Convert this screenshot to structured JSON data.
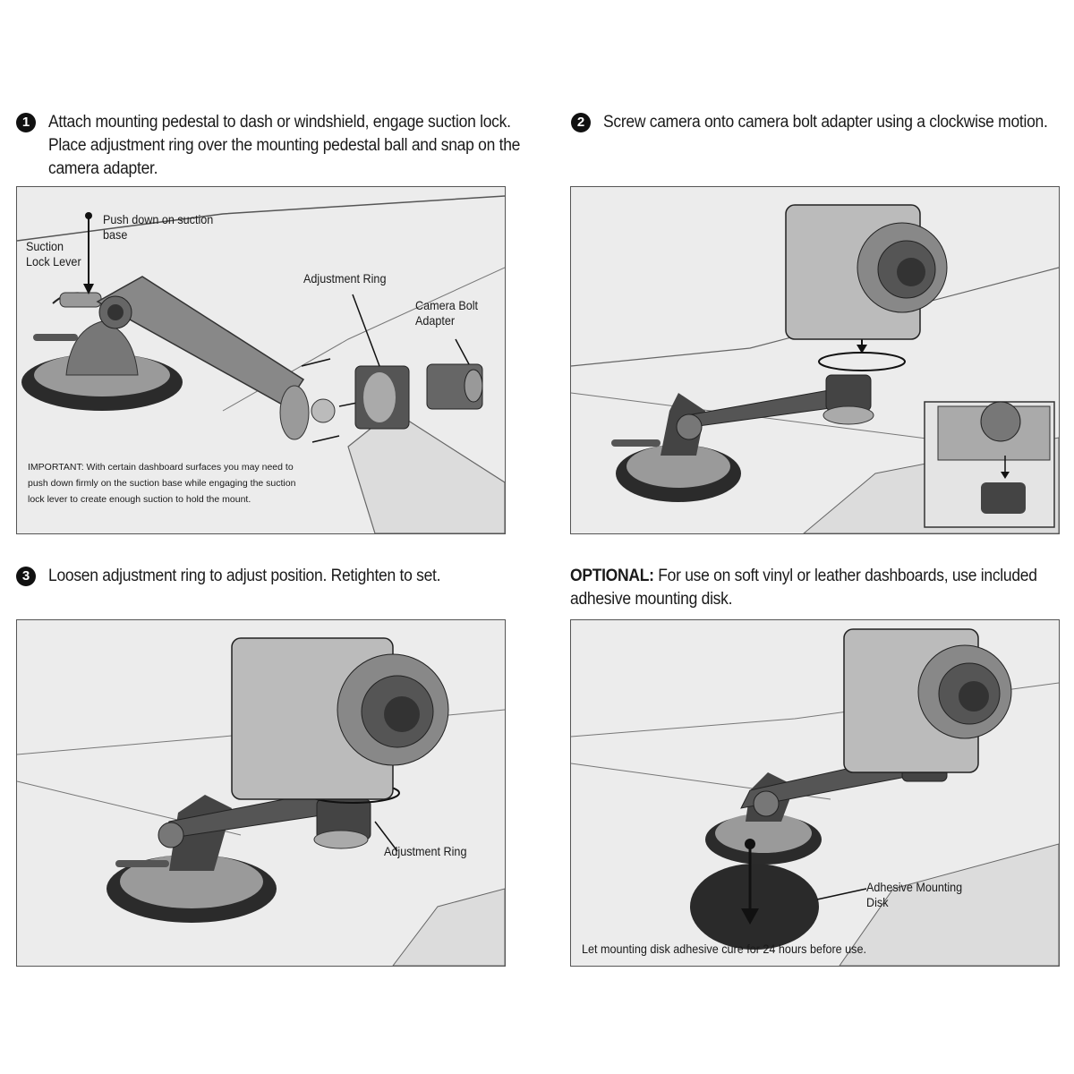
{
  "steps": [
    {
      "number": "1",
      "text": "Attach mounting pedestal to dash or windshield, engage suction lock. Place adjustment ring over the mounting pedestal ball and snap on the camera adapter."
    },
    {
      "number": "2",
      "text": "Screw camera onto camera bolt adapter using a clockwise motion."
    },
    {
      "number": "3",
      "text": "Loosen adjustment ring to adjust position. Retighten to set."
    }
  ],
  "optional": {
    "heading": "OPTIONAL:",
    "text": "For use on soft vinyl or leather dashboards, use included adhesive mounting disk."
  },
  "panel1": {
    "push_down": "Push down on suction base",
    "suction_lock": "Suction Lock Lever",
    "adjustment_ring": "Adjustment Ring",
    "camera_bolt": "Camera Bolt Adapter",
    "important": "IMPORTANT: With certain dashboard surfaces you may need to push down firmly on the suction base while engaging the suction lock lever to create enough suction to hold the mount."
  },
  "panel3": {
    "adjustment_ring": "Adjustment Ring"
  },
  "panel4": {
    "adhesive_disk": "Adhesive Mounting Disk",
    "cure_note": "Let mounting disk adhesive cure for 24 hours before use."
  },
  "colors": {
    "panel_bg": "#ececec",
    "line": "#444444",
    "dark": "#222222"
  }
}
